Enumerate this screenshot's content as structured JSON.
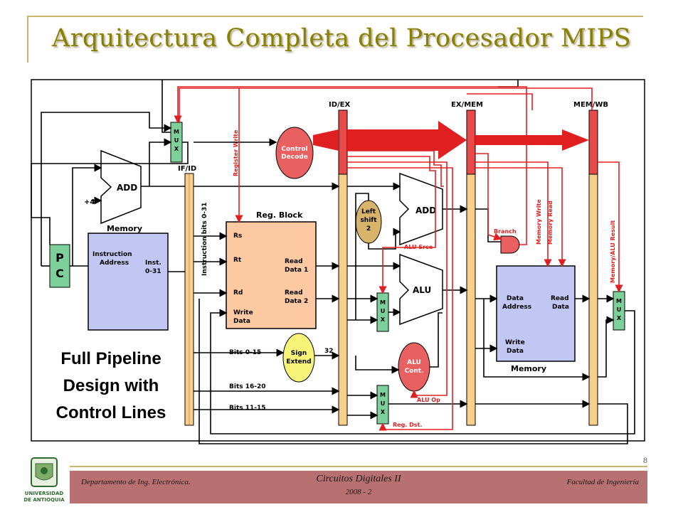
{
  "title": "Arquitectura Completa del Procesador MIPS",
  "page_number": "8",
  "footer": {
    "left": "Departamento de Ing. Electrónica.",
    "center_title": "Circuitos Digitales II",
    "center_sub": "2008 - 2",
    "right": "Facultad de Ingeniería"
  },
  "logo": {
    "line1": "UNIVERSIDAD",
    "line2": "DE ANTIOQUIA"
  },
  "diagram": {
    "pipeline_registers": [
      "IF/ID",
      "ID/EX",
      "EX/MEM",
      "MEM/WB"
    ],
    "mux_label": [
      "M",
      "U",
      "X"
    ],
    "add_label": "ADD",
    "plus4": "+4",
    "memory_label": "Memory",
    "pc": [
      "P",
      "C"
    ],
    "instruction_address": [
      "Instruction",
      "Address"
    ],
    "inst_out": [
      "Inst.",
      "0-31"
    ],
    "instruction_bits": "Instruction bits 0-31",
    "register_write": "Register Write",
    "control_decode": [
      "Control",
      "Decode"
    ],
    "reg_block": "Reg. Block",
    "reg_ports": [
      "Rs",
      "Rt",
      "Rd",
      "Write",
      "Data"
    ],
    "read_data1": [
      "Read",
      "Data 1"
    ],
    "read_data2": [
      "Read",
      "Data 2"
    ],
    "left_shift": [
      "Left",
      "shift",
      "2"
    ],
    "alu_src": "ALU Srce",
    "alu": "ALU",
    "alu_cont": [
      "ALU",
      "Cont."
    ],
    "alu_op": "ALU Op",
    "reg_dst": "Reg. Dst.",
    "sign_extend": [
      "Sign",
      "Extend"
    ],
    "bits": [
      "Bits 0-15",
      "Bits 16-20",
      "Bits 11-15"
    ],
    "thirty_two": "32",
    "branch": "Branch",
    "memory_write": "Memory Write",
    "memory_read": "Memory Read",
    "data_address": [
      "Data",
      "Address"
    ],
    "read_data": [
      "Read",
      "Data"
    ],
    "write_data": [
      "Write",
      "Data"
    ],
    "memory_alu_result": "Memory/ALU Result",
    "caption": [
      "Full Pipeline",
      "Design with",
      "Control Lines"
    ]
  }
}
